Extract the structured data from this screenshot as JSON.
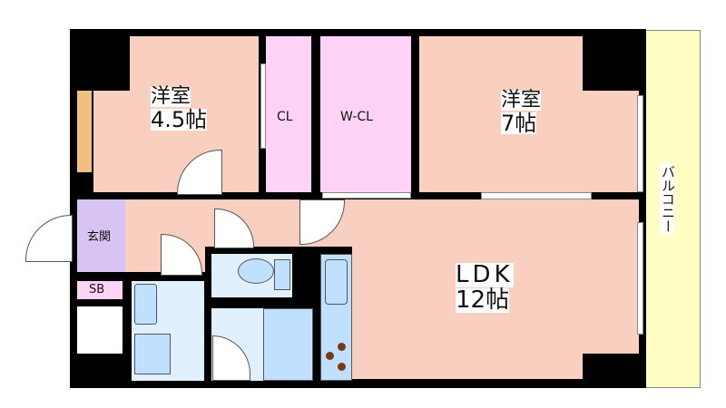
{
  "title": "Floor plan",
  "rooms": {
    "western_room_1": {
      "name": "洋室",
      "size": "4.5帖"
    },
    "closet": {
      "name": "CL"
    },
    "walk_in_closet": {
      "name": "W-CL"
    },
    "western_room_2": {
      "name": "洋室",
      "size": "7帖"
    },
    "ldk": {
      "name": "LDK",
      "size": "12帖"
    },
    "balcony": {
      "name": "バルコニー"
    },
    "entrance": {
      "name": "玄関"
    },
    "shoe_box": {
      "name": "SB"
    }
  },
  "colors": {
    "room": "#f9cfc0",
    "closet": "#ffd2f8",
    "entrance": "#d8c4f4",
    "wet_area": "#e0f0ff",
    "fixture": "#bfe0ff",
    "balcony": "#ffffc4",
    "wall": "#000000"
  }
}
